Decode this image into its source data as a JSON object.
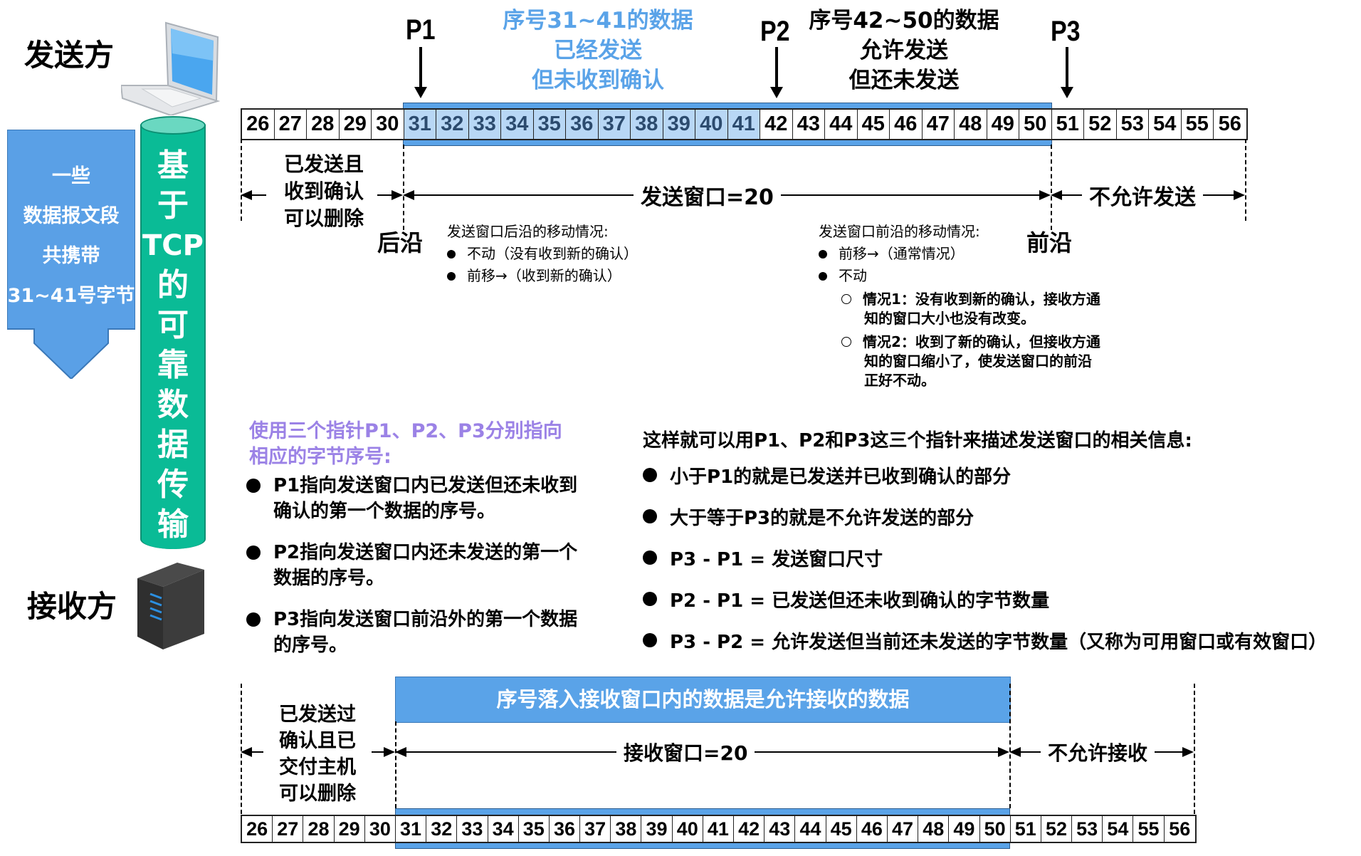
{
  "sender": {
    "label": "发送方",
    "icon": "laptop-icon"
  },
  "receiver": {
    "label": "接收方",
    "icon": "server-icon"
  },
  "segment_arrow": {
    "lines": [
      "一些",
      "数据报文段",
      "共携带",
      "31~41号字节"
    ]
  },
  "tcp_cylinder": {
    "chars": [
      "基",
      "于",
      "TCP",
      "的",
      "可",
      "靠",
      "数",
      "据",
      "传",
      "输"
    ]
  },
  "pointers": {
    "p1": "P1",
    "p2": "P2",
    "p3": "P3"
  },
  "top_notes": {
    "sent_unacked": [
      "序号31~41的数据",
      "已经发送",
      "但未收到确认"
    ],
    "allowed_unsent": [
      "序号42~50的数据",
      "允许发送",
      "但还未发送"
    ]
  },
  "send_row": {
    "cells": [
      "26",
      "27",
      "28",
      "29",
      "30",
      "31",
      "32",
      "33",
      "34",
      "35",
      "36",
      "37",
      "38",
      "39",
      "40",
      "41",
      "42",
      "43",
      "44",
      "45",
      "46",
      "47",
      "48",
      "49",
      "50",
      "51",
      "52",
      "53",
      "54",
      "55",
      "56"
    ],
    "sent_unacked_range": [
      31,
      41
    ],
    "window_range": [
      31,
      50
    ]
  },
  "send_segments": {
    "acked": [
      "已发送且",
      "收到确认",
      "可以删除"
    ],
    "window": "发送窗口=20",
    "not_allowed": "不允许发送",
    "back_edge": "后沿",
    "front_edge": "前沿"
  },
  "back_edge_moves": {
    "title": "发送窗口后沿的移动情况:",
    "items": [
      "不动（没有收到新的确认）",
      "前移→（收到新的确认）"
    ]
  },
  "front_edge_moves": {
    "title": "发送窗口前沿的移动情况:",
    "items": [
      "前移→（通常情况）",
      "不动"
    ],
    "sub_items": [
      [
        "情况1：没有收到新的确认，接收方通",
        "知的窗口大小也没有改变。"
      ],
      [
        "情况2：收到了新的确认，但接收方通",
        "知的窗口缩小了，使发送窗口的前沿",
        "正好不动。"
      ]
    ]
  },
  "pointer_usage": {
    "title": [
      "使用三个指针P1、P2、P3分别指向",
      "相应的字节序号:"
    ],
    "items": [
      [
        "P1指向发送窗口内已发送但还未收到",
        "确认的第一个数据的序号。"
      ],
      [
        "P2指向发送窗口内还未发送的第一个",
        "数据的序号。"
      ],
      [
        "P3指向发送窗口前沿外的第一个数据",
        "的序号。"
      ]
    ]
  },
  "pointer_summary": {
    "title": "这样就可以用P1、P2和P3这三个指针来描述发送窗口的相关信息:",
    "items": [
      "小于P1的就是已发送并已收到确认的部分",
      "大于等于P3的就是不允许发送的部分",
      "P3 - P1 = 发送窗口尺寸",
      "P2 - P1 = 已发送但还未收到确认的字节数量",
      "P3 - P2 = 允许发送但当前还未发送的字节数量（又称为可用窗口或有效窗口）"
    ]
  },
  "receive": {
    "header": "序号落入接收窗口内的数据是允许接收的数据",
    "delivered": [
      "已发送过",
      "确认且已",
      "交付主机",
      "可以删除"
    ],
    "window": "接收窗口=20",
    "not_allowed": "不允许接收",
    "cells": [
      "26",
      "27",
      "28",
      "29",
      "30",
      "31",
      "32",
      "33",
      "34",
      "35",
      "36",
      "37",
      "38",
      "39",
      "40",
      "41",
      "42",
      "43",
      "44",
      "45",
      "46",
      "47",
      "48",
      "49",
      "50",
      "51",
      "52",
      "53",
      "54",
      "55",
      "56"
    ],
    "window_range": [
      31,
      50
    ]
  },
  "colors": {
    "window_blue": "#5aa3e8",
    "sent_cell_blue": "#b8d7f5",
    "tcp_green": "#0abb96",
    "note_blue": "#5aa3e8",
    "note_purple": "#9b82e6"
  }
}
